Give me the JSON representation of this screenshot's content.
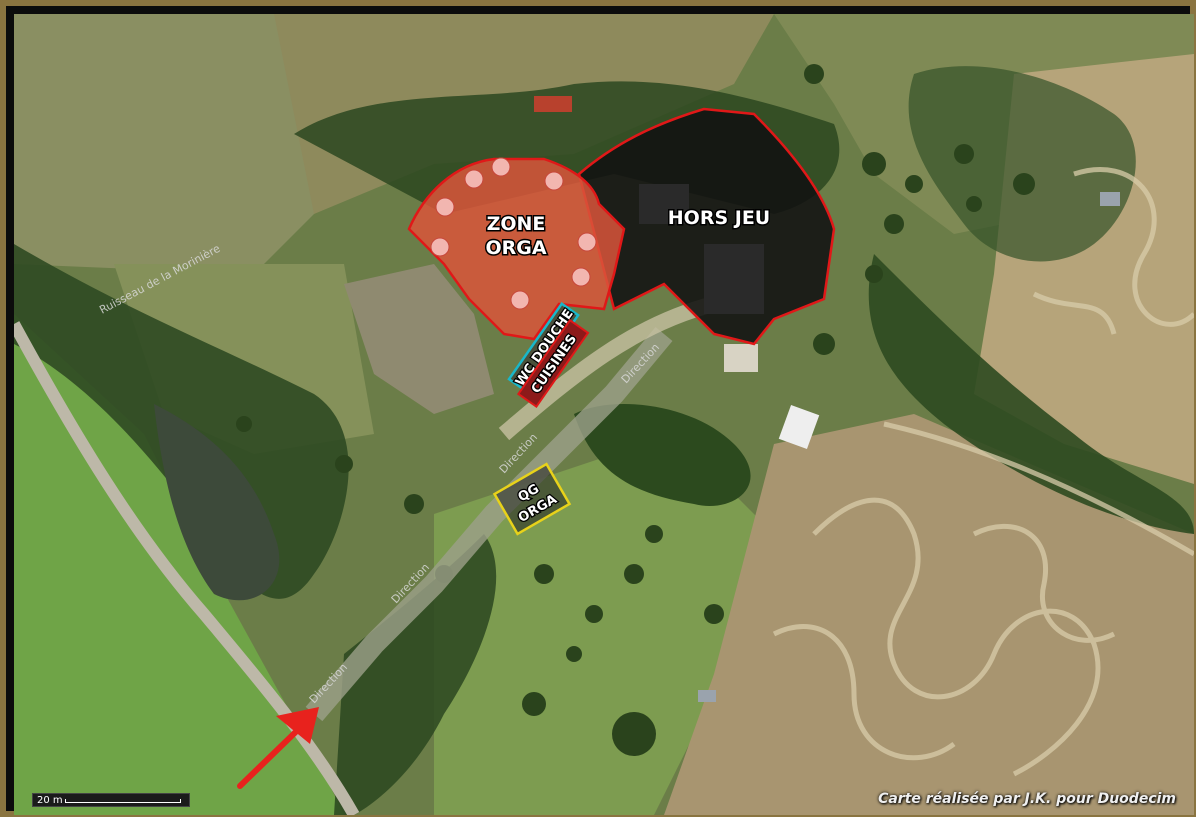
{
  "map": {
    "zones": {
      "orga_line1": "ZONE",
      "orga_line2": "ORGA",
      "hors_jeu": "HORS JEU",
      "wc_douche": "WC DOUCHE",
      "cuisines": "CUISINES",
      "qg_line1": "QG",
      "qg_line2": "ORGA"
    },
    "stream_label": "Ruisseau de la Morinière",
    "road_label": "Direction"
  },
  "scale": {
    "label": "20 m"
  },
  "credit": "Carte réalisée par J.K. pour Duodecim",
  "colors": {
    "orga_fill": "#d9553b",
    "hors_jeu_fill": "#111111",
    "zone_border": "#e01818",
    "wc_border": "#19b7c9",
    "cuisines_fill": "#8c1a1a",
    "qg_border": "#e8d21a",
    "arrow": "#e8221d"
  }
}
